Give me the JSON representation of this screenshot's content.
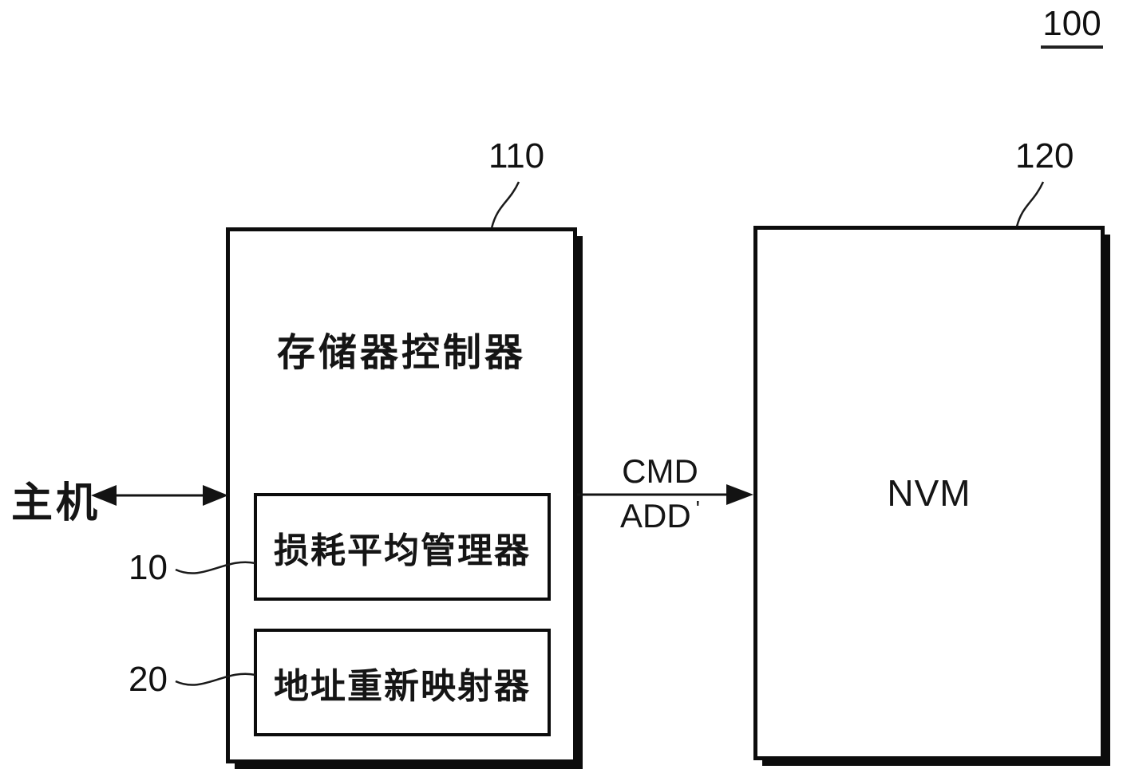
{
  "figure": {
    "ref_label": "100",
    "background_color": "#ffffff",
    "line_color": "#0c0c0c"
  },
  "host": {
    "label": "主机"
  },
  "controller": {
    "ref_label": "110",
    "title": "存储器控制器",
    "modules": [
      {
        "ref_label": "10",
        "label": "损耗平均管理器"
      },
      {
        "ref_label": "20",
        "label": "地址重新映射器"
      }
    ]
  },
  "nvm": {
    "ref_label": "120",
    "label": "NVM"
  },
  "bus": {
    "top_label": "CMD",
    "bottom_label": "ADD",
    "bottom_suffix": "'"
  }
}
